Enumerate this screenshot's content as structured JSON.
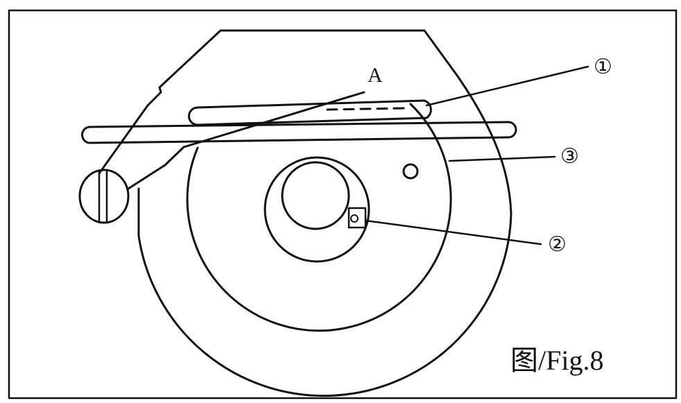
{
  "labels": {
    "point_a": "A",
    "callout_1": "①",
    "callout_2": "②",
    "callout_3": "③"
  },
  "caption": "图/Fig.8",
  "colors": {
    "line": "#111111",
    "background": "#ffffff"
  }
}
